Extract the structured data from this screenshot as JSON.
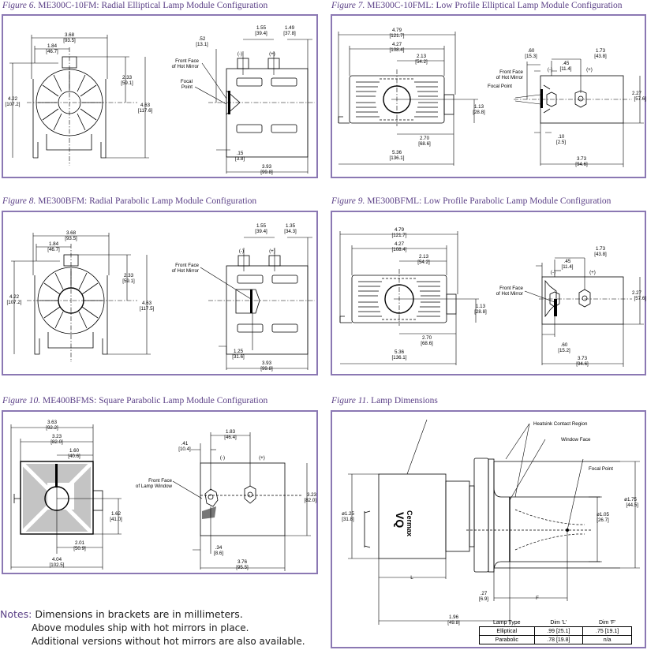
{
  "figures": [
    {
      "number": "Figure 6.",
      "title": "ME300C-10FM: Radial Elliptical Lamp Module Configuration",
      "front_view": {
        "dims": [
          "3.68",
          "[93.5]",
          "1.84",
          "[46.7]",
          "2.33",
          "[59.1]",
          "4.22",
          "[107.2]",
          "4.63",
          "[117.6]"
        ]
      },
      "side_view": {
        "dims": [
          ".52",
          "[13.1]",
          "1.55",
          "[39.4]",
          "1.49",
          "[37.8]",
          ".15",
          "[3.8]",
          "3.93",
          "[99.8]"
        ],
        "labels": [
          "Front Face",
          "of Hot Mirror",
          "Focal",
          "Point",
          "(-)",
          "(+)"
        ]
      }
    },
    {
      "number": "Figure 7.",
      "title": "ME300C-10FML: Low Profile Elliptical Lamp Module Configuration",
      "front_view": {
        "dims": [
          "4.79",
          "[121.7]",
          "4.27",
          "[108.4]",
          "2.13",
          "[54.2]",
          "1.13",
          "[28.8]",
          "2.70",
          "[68.6]",
          "5.36",
          "[136.1]"
        ]
      },
      "side_view": {
        "dims": [
          ".60",
          "[15.3]",
          ".45",
          "[11.4]",
          "1.73",
          "[43.8]",
          "2.27",
          "[57.6]",
          ".10",
          "[2.5]",
          "3.73",
          "[94.6]"
        ],
        "labels": [
          "Front Face",
          "of Hot Mirror",
          "Focal Point",
          "(-)",
          "(+)"
        ]
      }
    },
    {
      "number": "Figure 8.",
      "title": "ME300BFM: Radial Parabolic Lamp Module Configuration",
      "front_view": {
        "dims": [
          "3.68",
          "[93.5]",
          "1.84",
          "[46.7]",
          "2.33",
          "[59.1]",
          "4.22",
          "[107.2]",
          "4.63",
          "[117.5]"
        ]
      },
      "side_view": {
        "dims": [
          "1.55",
          "[39.4]",
          "1.35",
          "[34.3]",
          "1.25",
          "[31.6]",
          "3.93",
          "[99.8]"
        ],
        "labels": [
          "Front Face",
          "of Hot Mirror",
          "(-)",
          "(+)"
        ]
      }
    },
    {
      "number": "Figure 9.",
      "title": "ME300BFML: Low Profile Parabolic Lamp Module Configuration",
      "front_view": {
        "dims": [
          "4.79",
          "[121.7]",
          "4.27",
          "[108.4]",
          "2.13",
          "[54.2]",
          "1.13",
          "[28.8]",
          "2.70",
          "[68.6]",
          "5.36",
          "[136.1]"
        ]
      },
      "side_view": {
        "dims": [
          ".45",
          "[11.4]",
          "1.73",
          "[43.8]",
          "2.27",
          "[57.6]",
          ".60",
          "[15.2]",
          "3.73",
          "[94.6]"
        ],
        "labels": [
          "Front Face",
          "of Hot Mirror",
          "(-)",
          "(+)"
        ]
      }
    },
    {
      "number": "Figure 10.",
      "title": "ME400BFMS: Square Parabolic Lamp Module Configuration",
      "front_view": {
        "dims": [
          "3.63",
          "[92.2]",
          "3.23",
          "[82.0]",
          "1.60",
          "[40.6]",
          "1.62",
          "[41.0]",
          "2.01",
          "[50.9]",
          "4.04",
          "[102.5]"
        ]
      },
      "side_view": {
        "dims": [
          ".41",
          "[10.4]",
          "1.83",
          "[46.4]",
          "3.23",
          "[82.0]",
          ".34",
          "[8.6]",
          "3.76",
          "[95.5]"
        ],
        "labels": [
          "Front Face",
          "of Lamp Window",
          "(-)",
          "(+)"
        ]
      }
    },
    {
      "number": "Figure 11.",
      "title": "Lamp Dimensions",
      "dims": [
        "ø1.25",
        "[31.8]",
        "ø1.05",
        "[26.7]",
        "ø1.75",
        "[44.5]",
        "L",
        ".27",
        "[6.9]",
        "F",
        "1.96",
        "[49.8]"
      ],
      "labels": [
        "Heatsink Contact Region",
        "Window Face",
        "Focal Point",
        "Cermax",
        "VQ"
      ],
      "table": {
        "headers": [
          "Lamp Type",
          "Dim 'L'",
          "Dim 'F'"
        ],
        "rows": [
          [
            "Elliptical",
            ".99 [25.1]",
            ".75 [19.1]"
          ],
          [
            "Parabolic",
            ".78 [19.8]",
            "n/a"
          ]
        ]
      }
    }
  ],
  "notes": {
    "label": "Notes:",
    "lines": [
      "Dimensions in brackets are in millimeters.",
      "Above modules ship with hot mirrors in place.",
      "Additional versions without hot mirrors are also available."
    ]
  },
  "colors": {
    "caption": "#5a3f86",
    "frame": "#8b78b3"
  }
}
